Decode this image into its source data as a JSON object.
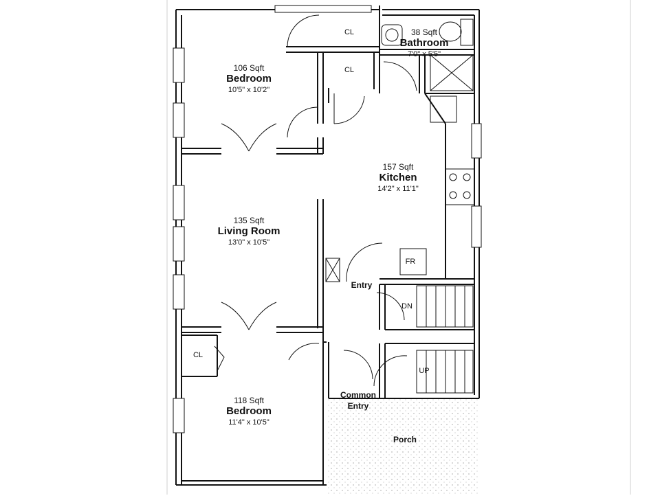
{
  "rooms": {
    "bedroom_top": {
      "sqft": "106 Sqft",
      "name": "Bedroom",
      "dims": "10'5\" x 10'2\""
    },
    "bathroom": {
      "sqft": "38 Sqft",
      "name": "Bathroom",
      "dims": "7'0\" x 5'5\""
    },
    "kitchen": {
      "sqft": "157 Sqft",
      "name": "Kitchen",
      "dims": "14'2\" x 11'1\""
    },
    "living_room": {
      "sqft": "135 Sqft",
      "name": "Living Room",
      "dims": "13'0\" x 10'5\""
    },
    "bedroom_bottom": {
      "sqft": "118 Sqft",
      "name": "Bedroom",
      "dims": "11'4\" x 10'5\""
    }
  },
  "labels": {
    "closet_top": "CL",
    "closet_mid": "CL",
    "closet_left": "CL",
    "fridge": "FR",
    "entry": "Entry",
    "stairs_down": "DN",
    "stairs_up": "UP",
    "common_entry_1": "Common",
    "common_entry_2": "Entry",
    "porch": "Porch"
  }
}
